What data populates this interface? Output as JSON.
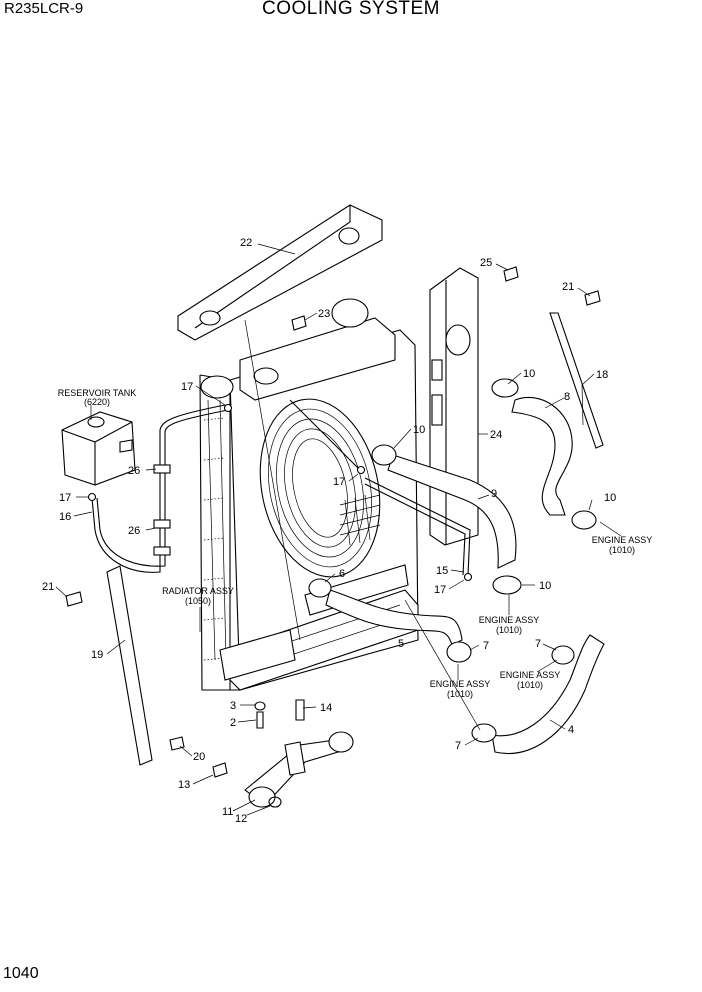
{
  "header": {
    "model": "R235LCR-9",
    "title": "COOLING SYSTEM"
  },
  "footer": {
    "page_number": "1040"
  },
  "labels": {
    "reservoir_tank": "RESERVOIR TANK",
    "reservoir_tank_ref": "(6220)",
    "radiator_assy": "RADIATOR ASSY",
    "radiator_assy_ref": "(1050)",
    "engine_assy": "ENGINE ASSY",
    "engine_assy_ref": "(1010)"
  },
  "callouts": {
    "c22": "22",
    "c23": "23",
    "c25": "25",
    "c21a": "21",
    "c18": "18",
    "c10a": "10",
    "c8": "8",
    "c17a": "17",
    "c10b": "10",
    "c24": "24",
    "c26a": "26",
    "c17b": "17",
    "c9": "9",
    "c10c": "10",
    "c17c": "17",
    "c16": "16",
    "c26b": "26",
    "c15": "15",
    "c17d": "17",
    "c10d": "10",
    "c6": "6",
    "c21b": "21",
    "c5": "5",
    "c7a": "7",
    "c7b": "7",
    "c19": "19",
    "c3": "3",
    "c2": "2",
    "c14": "14",
    "c4": "4",
    "c7c": "7",
    "c20": "20",
    "c13": "13",
    "c11": "11",
    "c12": "12"
  }
}
